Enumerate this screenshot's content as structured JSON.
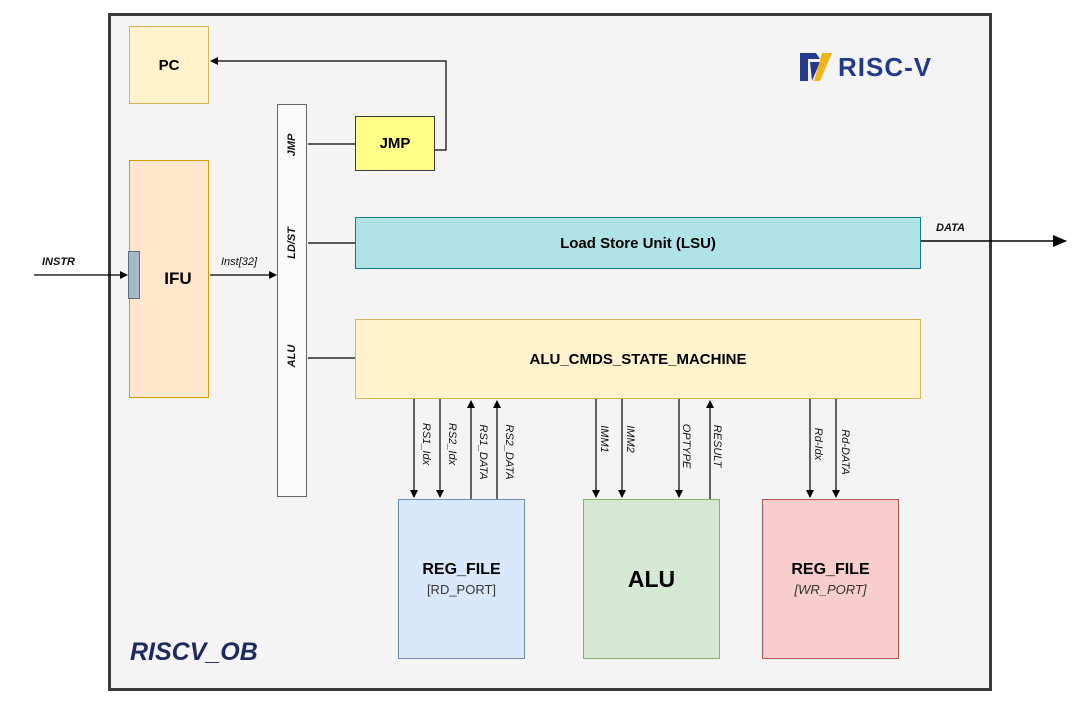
{
  "blocks": {
    "pc": "PC",
    "ifu": "IFU",
    "jmp": "JMP",
    "lsu": "Load Store Unit (LSU)",
    "fsm": "ALU_CMDS_STATE_MACHINE",
    "regfile_rd_title": "REG_FILE",
    "regfile_rd_sub": "[RD_PORT]",
    "alu": "ALU",
    "regfile_wr_title": "REG_FILE",
    "regfile_wr_sub": "[WR_PORT]"
  },
  "decoder_ports": {
    "jmp": "JMP",
    "ldst": "LD/ST",
    "alu": "ALU"
  },
  "signals": {
    "instr": "INSTR",
    "inst32": "Inst[32]",
    "data": "DATA",
    "rs1_idx": "RS1_Idx",
    "rs2_idx": "RS2_Idx",
    "rs1_data": "RS1_DATA",
    "rs2_data": "RS2_DATA",
    "imm1": "IMM1",
    "imm2": "IMM2",
    "optype": "OPTYPE",
    "result": "RESULT",
    "rd_idx": "Rd-Idx",
    "rd_data": "Rd-DATA"
  },
  "top_label": "RISCV_OB",
  "logo": {
    "text": "RISC-V",
    "colors": {
      "blue": "#233a8b",
      "gold": "#f5b21b"
    }
  }
}
